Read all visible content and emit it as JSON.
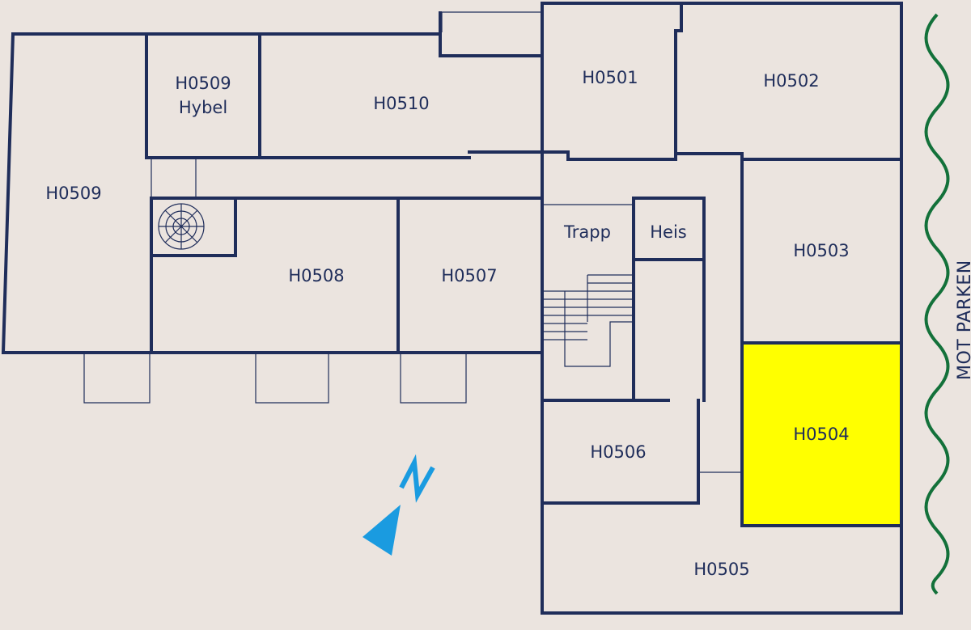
{
  "colors": {
    "background": "#ebe4df",
    "wall": "#1f2d5a",
    "highlight": "#ffff00",
    "compass": "#1a9be0",
    "park_edge": "#13713a"
  },
  "selected_room": "H0504",
  "rooms": {
    "h0509_hybel_line1": "H0509",
    "h0509_hybel_line2": "Hybel",
    "h0510": "H0510",
    "h0501": "H0501",
    "h0502": "H0502",
    "h0509": "H0509",
    "h0508": "H0508",
    "h0507": "H0507",
    "h0503": "H0503",
    "h0504": "H0504",
    "h0506": "H0506",
    "h0505": "H0505",
    "trapp": "Trapp",
    "heis": "Heis"
  },
  "compass": {
    "label": "N"
  },
  "side_label": "MOT PARKEN"
}
